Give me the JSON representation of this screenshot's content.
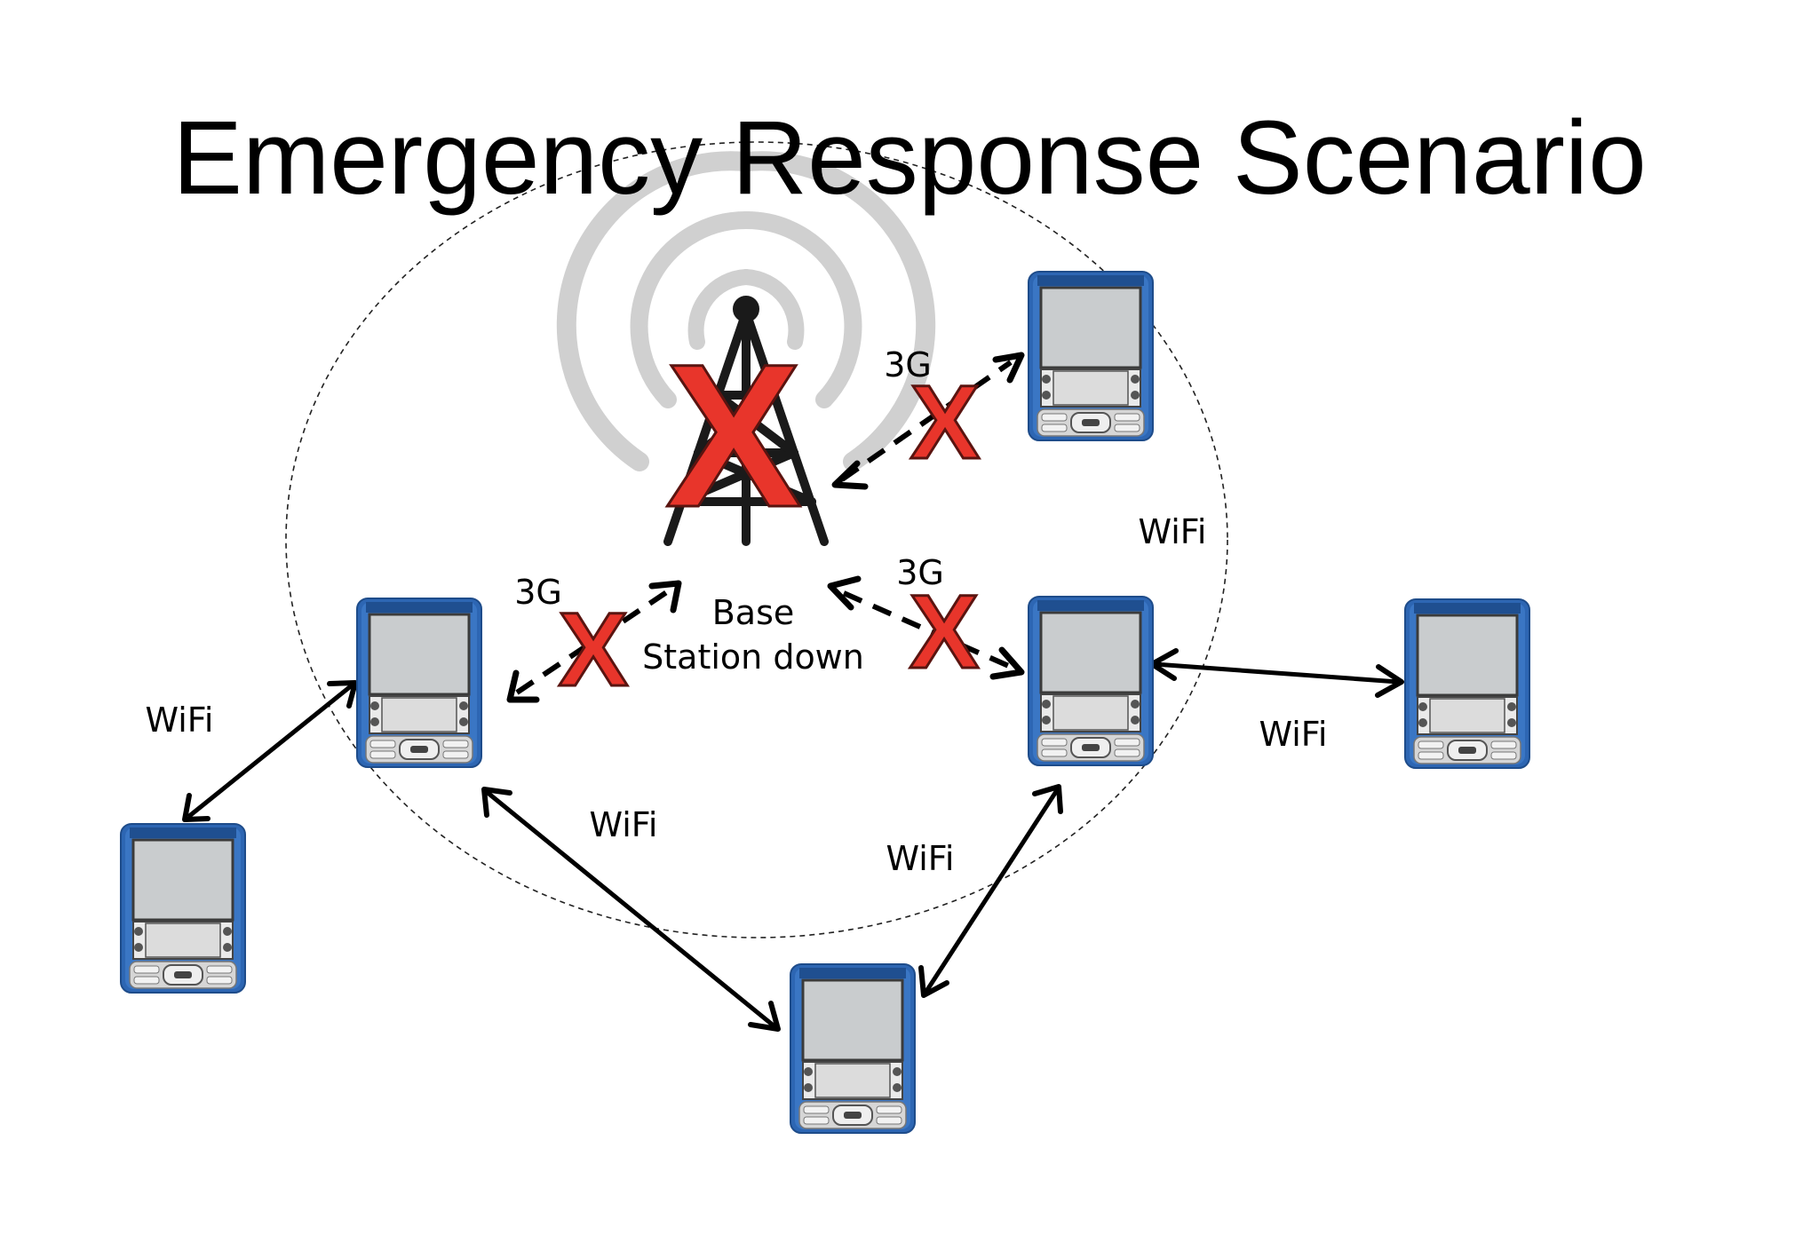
{
  "title": "Emergency Response Scenario",
  "base_station": {
    "line1": "Base",
    "line2": "Station down"
  },
  "labels": {
    "g3_top": "3G",
    "g3_mid": "3G",
    "g3_left": "3G",
    "wifi_right_top": "WiFi",
    "wifi_right": "WiFi",
    "wifi_left": "WiFi",
    "wifi_center_left": "WiFi",
    "wifi_center_right": "WiFi"
  },
  "fail_mark": "X",
  "colors": {
    "fail": "#e8352b",
    "device_body": "#2d66b3",
    "device_screen": "#c9ccce",
    "signal_waves": "#cfcfcf"
  },
  "icons": [
    "cell-tower-icon",
    "pda-device-icon",
    "fail-x-icon"
  ]
}
